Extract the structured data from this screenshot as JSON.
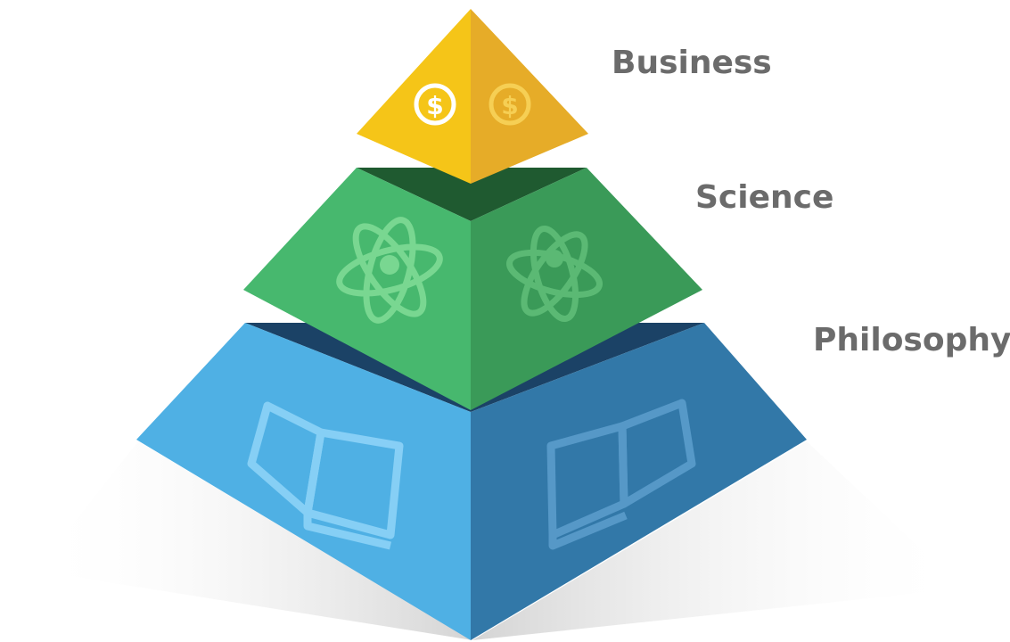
{
  "tiers": [
    {
      "label": "Business",
      "icon": "dollar-coin-icon",
      "colors": {
        "left": "#f5c518",
        "right": "#e6ac28",
        "top": "#d99a1a"
      }
    },
    {
      "label": "Science",
      "icon": "atom-icon",
      "colors": {
        "left": "#47b86e",
        "right": "#3a9a58",
        "top": "#1f5a30"
      }
    },
    {
      "label": "Philosophy",
      "icon": "open-book-icon",
      "colors": {
        "left": "#4fb0e4",
        "right": "#3278a8",
        "top": "#1b4266"
      }
    }
  ],
  "label_color": "#6b6b6b"
}
